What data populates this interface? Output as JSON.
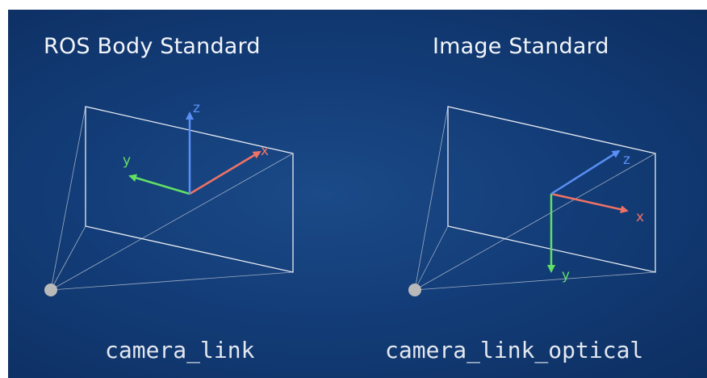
{
  "left_panel": {
    "title": "ROS Body Standard",
    "frame_name": "camera_link",
    "axes": {
      "x": {
        "label": "x",
        "color": "#f07265"
      },
      "y": {
        "label": "y",
        "color": "#63e064"
      },
      "z": {
        "label": "z",
        "color": "#5a8ff5"
      }
    }
  },
  "right_panel": {
    "title": "Image Standard",
    "frame_name": "camera_link_optical",
    "axes": {
      "x": {
        "label": "x",
        "color": "#f07265"
      },
      "y": {
        "label": "y",
        "color": "#63e064"
      },
      "z": {
        "label": "z",
        "color": "#5a8ff5"
      }
    }
  },
  "colors": {
    "background": "#133d78",
    "frustum_edge": "#d9dee8",
    "camera_point": "#b9b9b9"
  }
}
